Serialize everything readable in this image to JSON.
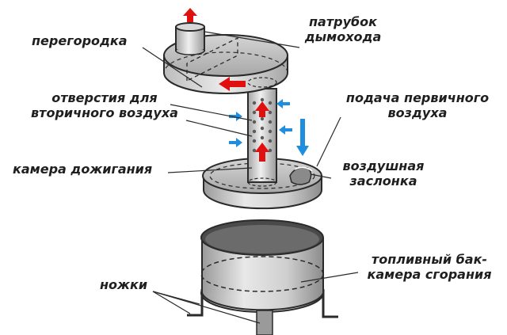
{
  "labels": {
    "chimney_pipe": [
      "патрубок",
      "дымохода"
    ],
    "partition": "перегородка",
    "secondary_air_holes": [
      "отверстия для",
      "вторичного воздуха"
    ],
    "primary_air_supply": [
      "подача первичного",
      "воздуха"
    ],
    "afterburner_chamber": "камера дожигания",
    "air_damper": [
      "воздушная",
      "заслонка"
    ],
    "fuel_tank": [
      "топливный бак-",
      "камера сгорания"
    ],
    "legs": "ножки"
  },
  "colors": {
    "flow_gas": "#e01010",
    "flow_air": "#1e8fe0",
    "metal_light": "#e6e6e6",
    "metal_dark": "#8a8a8a",
    "outline": "#2a2a2a"
  },
  "arrows": {
    "hot_gas": "red-up-arrows",
    "air_in": "blue-arrows"
  }
}
